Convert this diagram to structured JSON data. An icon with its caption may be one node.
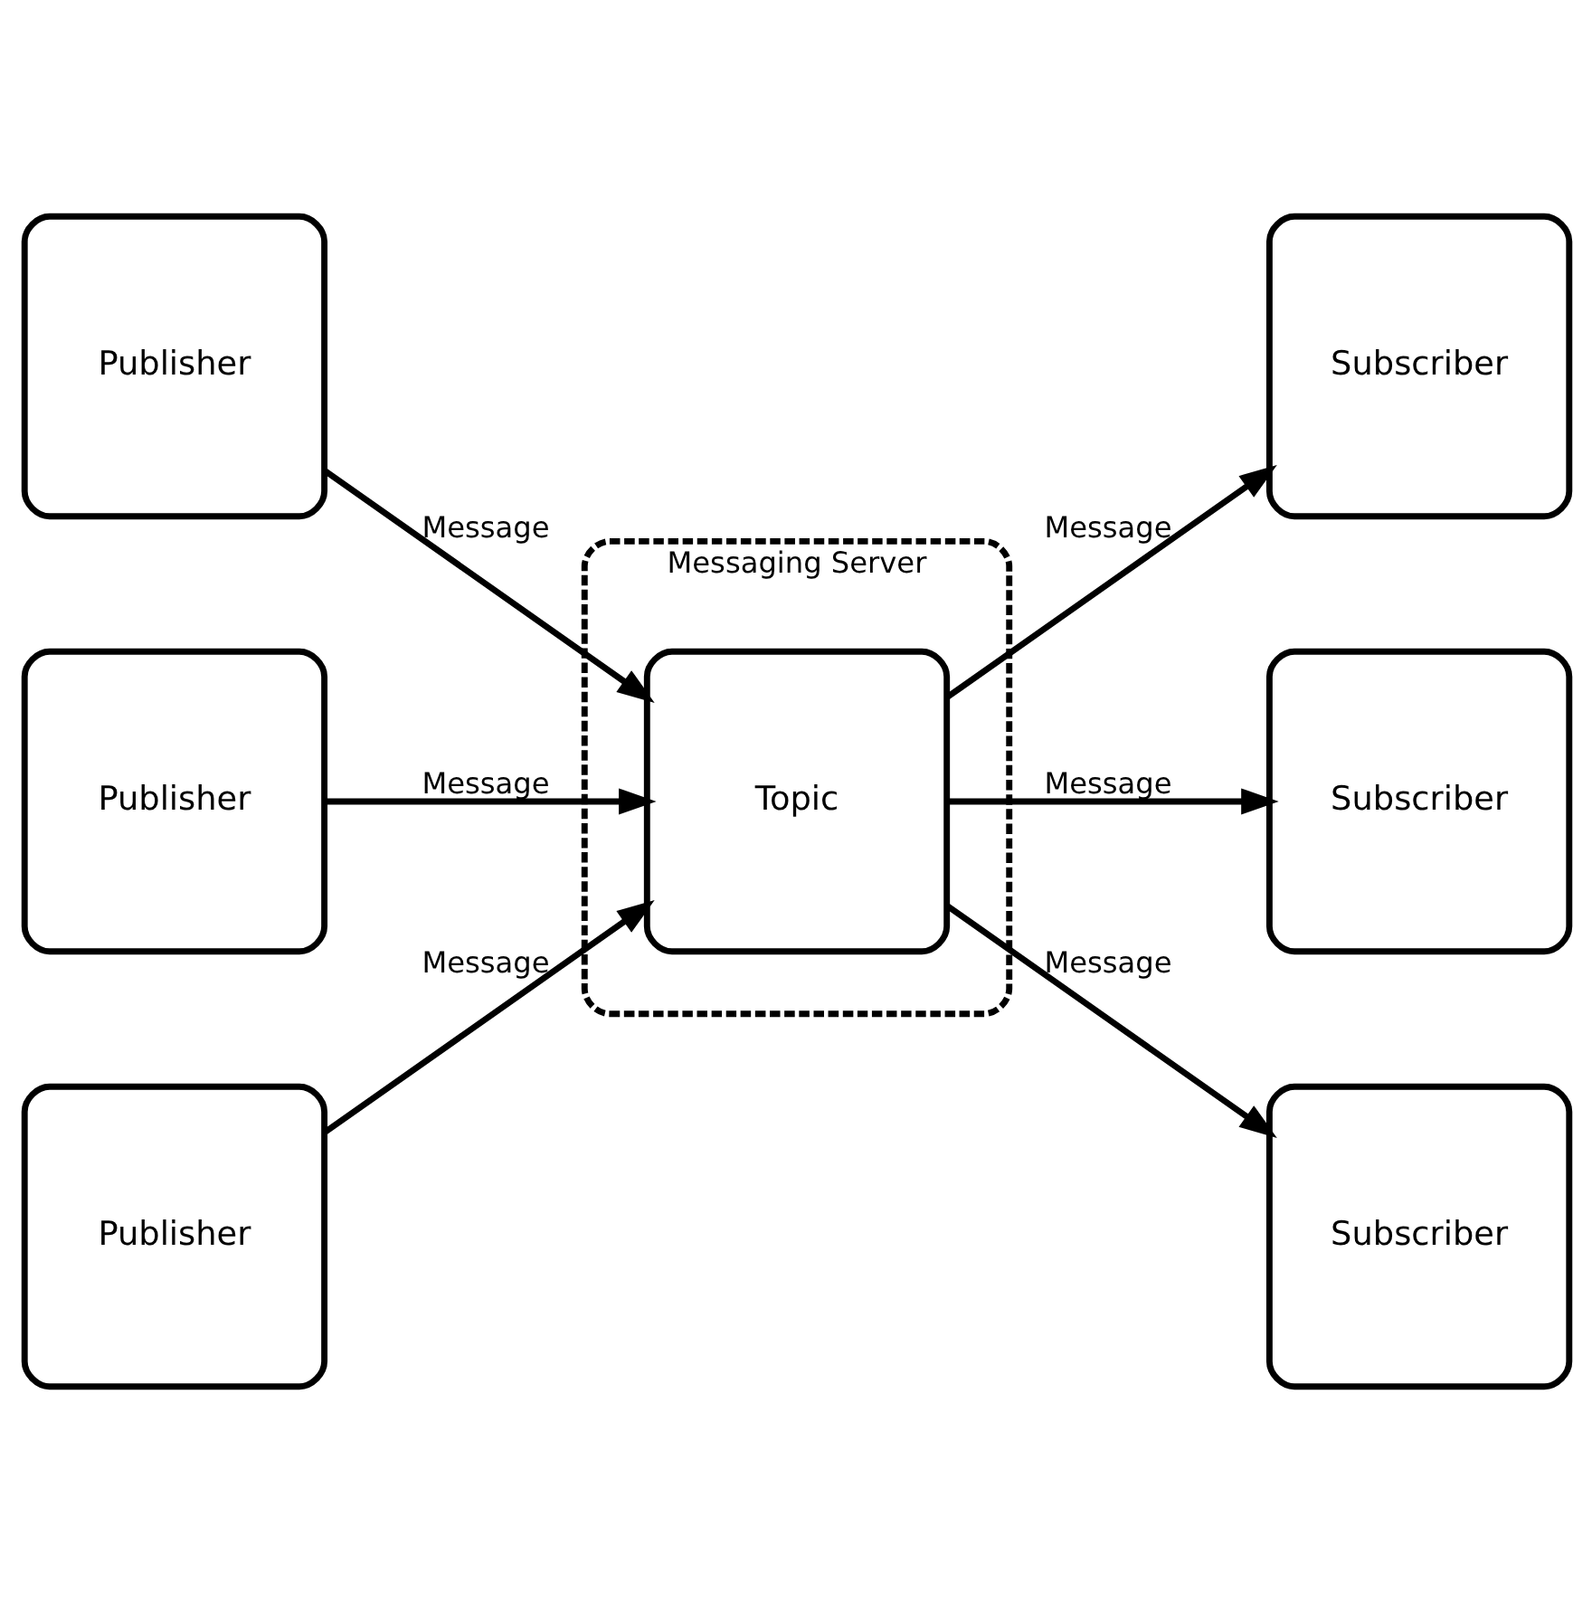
{
  "diagram": {
    "nodes": [
      {
        "text": [
          "Messaging Server"
        ]
      },
      {
        "text": [
          "Publisher"
        ]
      },
      {
        "text": [
          "Publisher"
        ]
      },
      {
        "text": [
          "Publisher"
        ]
      },
      {
        "text": [
          "Topic"
        ],
        "in": 0
      },
      {
        "text": [
          "Subscriber"
        ]
      },
      {
        "text": [
          "Subscriber"
        ]
      },
      {
        "text": [
          "Subscriber"
        ]
      }
    ],
    "edges": [
      {
        "from": 1,
        "to": 4,
        "arrow": "to",
        "label": "Message"
      },
      {
        "from": 2,
        "to": 4,
        "arrow": "to",
        "label": "Message"
      },
      {
        "from": 3,
        "to": 4,
        "arrow": "to",
        "label": "Message"
      },
      {
        "from": 4,
        "to": 5,
        "arrow": "to",
        "label": "Message"
      },
      {
        "from": 4,
        "to": 6,
        "arrow": "to",
        "label": "Message"
      },
      {
        "from": 4,
        "to": 7,
        "arrow": "to",
        "label": "Message"
      }
    ]
  }
}
